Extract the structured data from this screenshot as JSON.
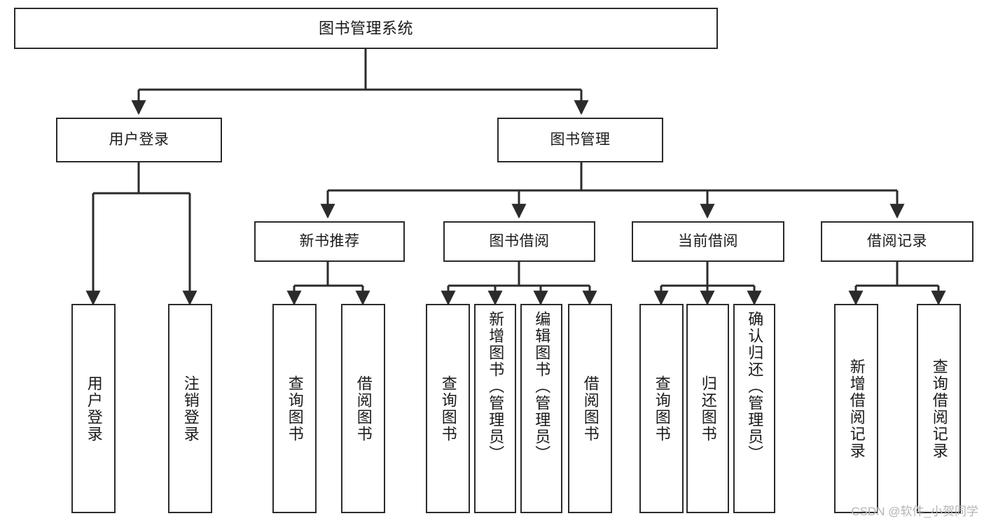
{
  "diagram": {
    "title": "图书管理系统",
    "type": "hierarchy-tree",
    "colors": {
      "box_border": "#2b2b2b",
      "box_fill": "#ffffff",
      "line": "#2b2b2b",
      "text": "#1a1a1a",
      "watermark": "#b4b4b4"
    },
    "levels": {
      "root": {
        "id": "root",
        "label": "图书管理系统"
      },
      "level2": [
        {
          "id": "user-login",
          "label": "用户登录"
        },
        {
          "id": "book-manage",
          "label": "图书管理"
        }
      ],
      "level3": [
        {
          "id": "new-book-recommend",
          "label": "新书推荐",
          "parent": "book-manage"
        },
        {
          "id": "book-borrow",
          "label": "图书借阅",
          "parent": "book-manage"
        },
        {
          "id": "current-borrow",
          "label": "当前借阅",
          "parent": "book-manage"
        },
        {
          "id": "borrow-record",
          "label": "借阅记录",
          "parent": "book-manage"
        }
      ],
      "leaves": [
        {
          "id": "leaf-user-login",
          "label": "用户登录",
          "parent": "user-login"
        },
        {
          "id": "leaf-logout",
          "label": "注销登录",
          "parent": "user-login"
        },
        {
          "id": "leaf-query-book-1",
          "label": "查询图书",
          "parent": "new-book-recommend"
        },
        {
          "id": "leaf-borrow-book-1",
          "label": "借阅图书",
          "parent": "new-book-recommend"
        },
        {
          "id": "leaf-query-book-2",
          "label": "查询图书",
          "parent": "book-borrow"
        },
        {
          "id": "leaf-add-book",
          "label": "新增图书（管理员）",
          "parent": "book-borrow"
        },
        {
          "id": "leaf-edit-book",
          "label": "编辑图书（管理员）",
          "parent": "book-borrow"
        },
        {
          "id": "leaf-borrow-book-2",
          "label": "借阅图书",
          "parent": "book-borrow"
        },
        {
          "id": "leaf-query-book-3",
          "label": "查询图书",
          "parent": "current-borrow"
        },
        {
          "id": "leaf-return-book",
          "label": "归还图书",
          "parent": "current-borrow"
        },
        {
          "id": "leaf-confirm-return",
          "label": "确认归还（管理员）",
          "parent": "current-borrow"
        },
        {
          "id": "leaf-add-record",
          "label": "新增借阅记录",
          "parent": "borrow-record"
        },
        {
          "id": "leaf-query-record",
          "label": "查询借阅记录",
          "parent": "borrow-record"
        }
      ]
    },
    "watermark": "CSDN @软件_小贺同学"
  }
}
